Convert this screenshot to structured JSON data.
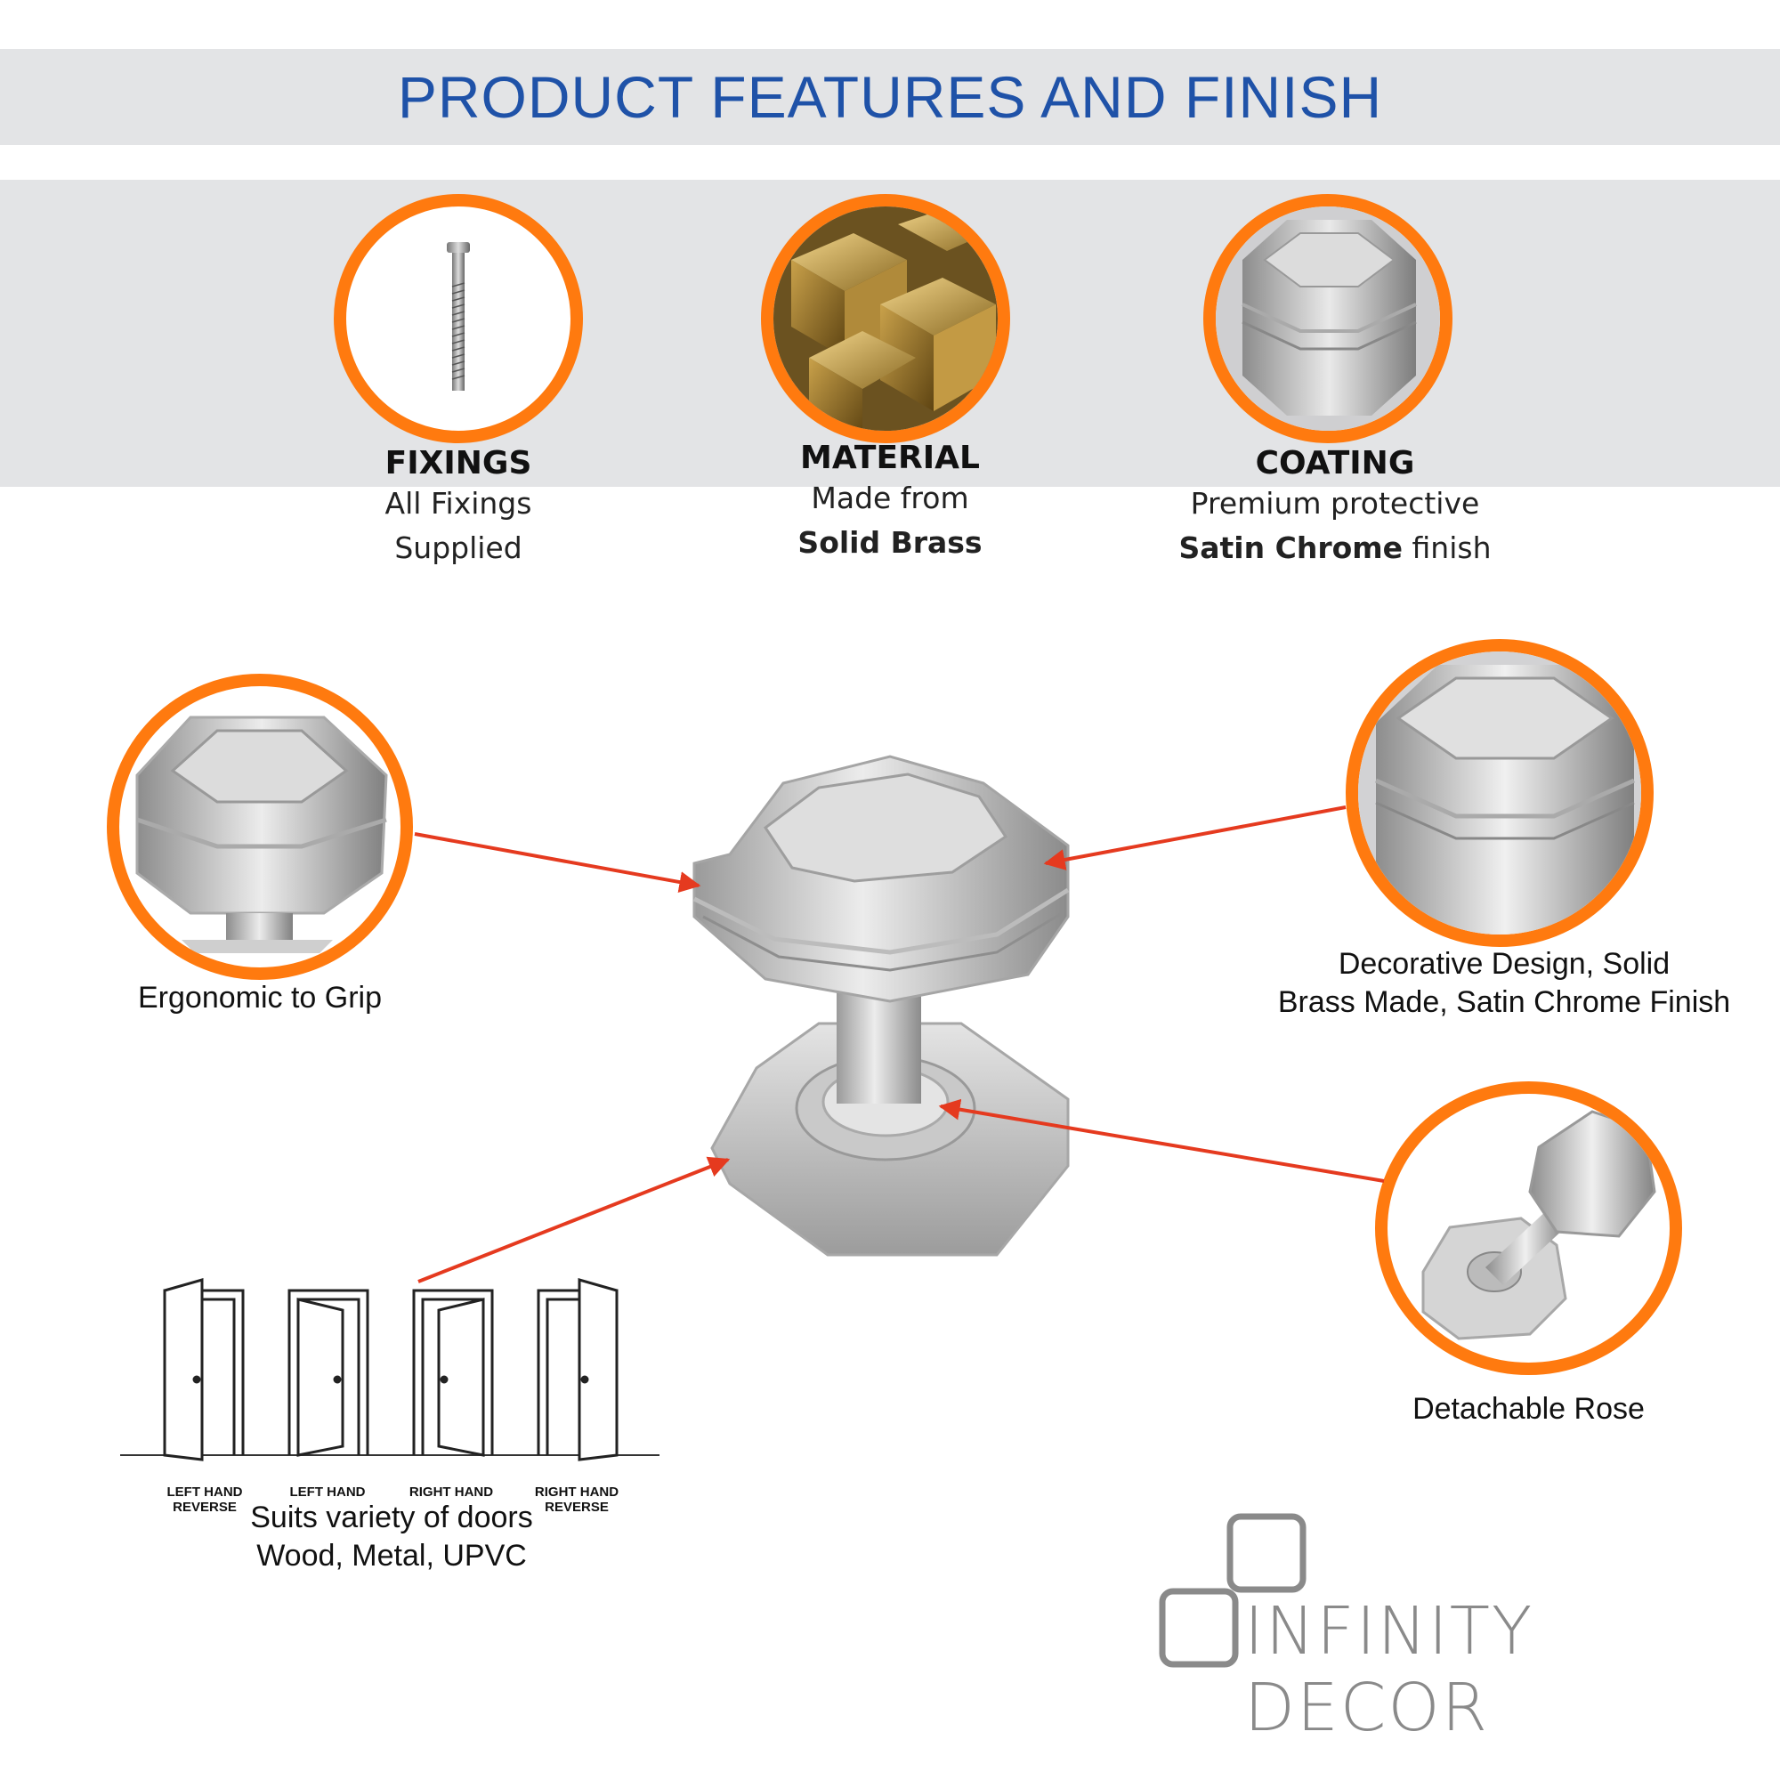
{
  "header": {
    "title": "PRODUCT FEATURES AND FINISH"
  },
  "features": [
    {
      "heading": "FIXINGS",
      "line1": "All Fixings",
      "line2": "Supplied",
      "icon": "screw-icon"
    },
    {
      "heading": "MATERIAL",
      "line1": "Made from",
      "line2_bold": "Solid Brass",
      "icon": "brass-blocks-icon"
    },
    {
      "heading": "COATING",
      "line1": "Premium protective",
      "line2_bold": "Satin Chrome",
      "line2_rest": " finish",
      "icon": "chrome-knob-icon"
    }
  ],
  "callouts": {
    "grip": "Ergonomic to Grip",
    "decorative_1": "Decorative Design, Solid",
    "decorative_2": "Brass Made, Satin Chrome Finish",
    "rose": "Detachable Rose",
    "doors_1": "Suits variety of doors",
    "doors_2": "Wood, Metal, UPVC"
  },
  "doors": [
    {
      "line1": "LEFT HAND",
      "line2": "REVERSE"
    },
    {
      "line1": "LEFT HAND",
      "line2": ""
    },
    {
      "line1": "RIGHT HAND",
      "line2": ""
    },
    {
      "line1": "RIGHT HAND",
      "line2": "REVERSE"
    }
  ],
  "brand": {
    "name": "INFINITY DECOR"
  },
  "colors": {
    "accent_ring": "#ff7a0f",
    "title_blue": "#1f52a8",
    "band_grey": "#e3e4e6",
    "arrow_red": "#e53a1f"
  }
}
